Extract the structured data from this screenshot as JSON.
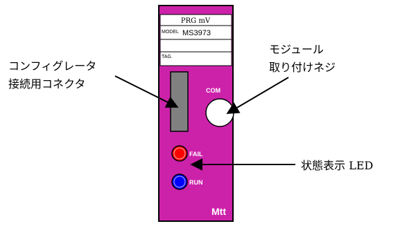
{
  "module": {
    "name_plate": "PRG mV",
    "model_label": "MODEL",
    "model_value": "MS3973",
    "tag_label": "TAG.",
    "com_label": "COM",
    "fail_label": "FAIL",
    "run_label": "RUN",
    "logo": "Mtt"
  },
  "callouts": {
    "configurator_line1": "コンフィグレータ",
    "configurator_line2": "接続用コネクタ",
    "screw_line1": "モジュール",
    "screw_line2": "取り付けネジ",
    "status_led": "状態表示 LED"
  },
  "colors": {
    "module_body": "#CC22AA",
    "connector": "#808080",
    "fail_led": "#FF0000",
    "run_led": "#0000FF",
    "plate": "#FFFFFF"
  }
}
